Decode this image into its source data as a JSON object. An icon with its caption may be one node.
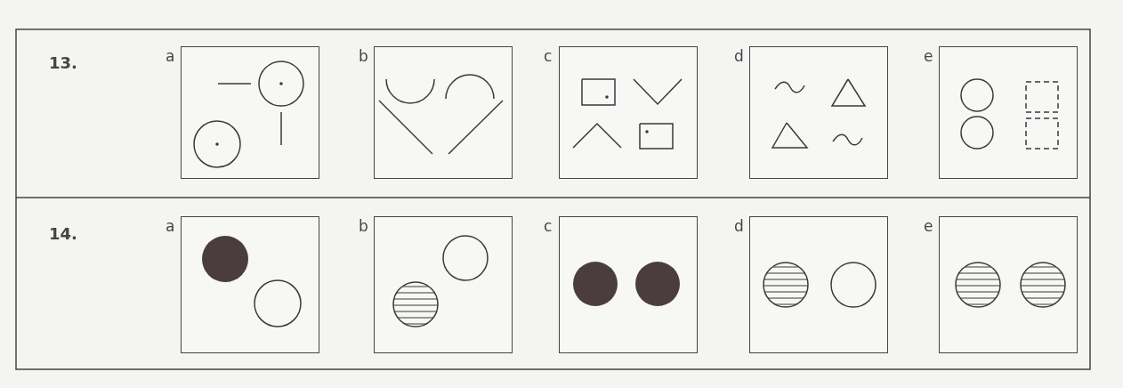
{
  "diagram": {
    "nodes": [
      {
        "text": [
          "a"
        ]
      },
      {
        "text": [
          "b"
        ]
      },
      {
        "text": [
          "c"
        ]
      },
      {
        "text": [
          "d"
        ]
      },
      {
        "text": [
          "e"
        ]
      },
      {
        "text": [
          "a"
        ]
      },
      {
        "text": [
          "b"
        ]
      },
      {
        "text": [
          "c"
        ]
      },
      {
        "text": [
          "d"
        ]
      },
      {
        "text": [
          "e"
        ]
      }
    ],
    "edges": [],
    "labels": [
      "13.",
      "14."
    ]
  }
}
